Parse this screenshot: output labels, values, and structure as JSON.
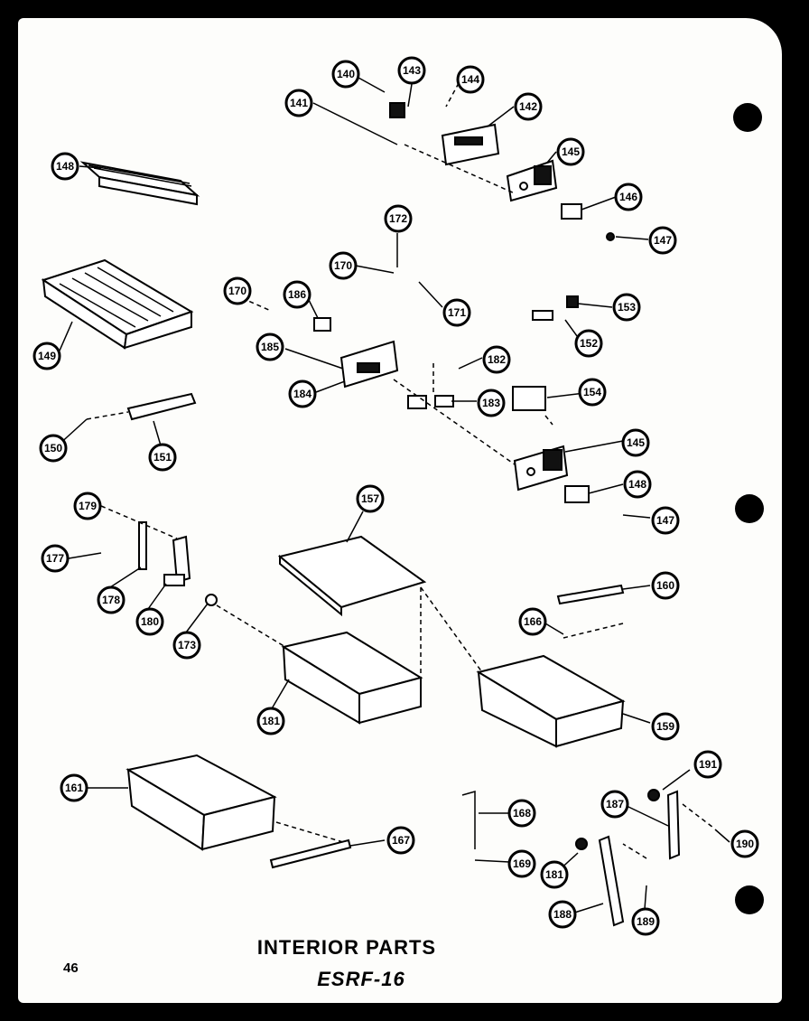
{
  "diagram": {
    "title_line1": "INTERIOR PARTS",
    "title_line2": "ESRF-16",
    "page_number": "46",
    "callouts": [
      {
        "id": "c140",
        "label": "140"
      },
      {
        "id": "c143",
        "label": "143"
      },
      {
        "id": "c144",
        "label": "144"
      },
      {
        "id": "c141",
        "label": "141"
      },
      {
        "id": "c142",
        "label": "142"
      },
      {
        "id": "c148a",
        "label": "148"
      },
      {
        "id": "c145a",
        "label": "145"
      },
      {
        "id": "c146a",
        "label": "146"
      },
      {
        "id": "c147a",
        "label": "147"
      },
      {
        "id": "c172",
        "label": "172"
      },
      {
        "id": "c170a",
        "label": "170"
      },
      {
        "id": "c171",
        "label": "171"
      },
      {
        "id": "c170b",
        "label": "170"
      },
      {
        "id": "c186",
        "label": "186"
      },
      {
        "id": "c149",
        "label": "149"
      },
      {
        "id": "c153",
        "label": "153"
      },
      {
        "id": "c152",
        "label": "152"
      },
      {
        "id": "c185",
        "label": "185"
      },
      {
        "id": "c182",
        "label": "182"
      },
      {
        "id": "c184",
        "label": "184"
      },
      {
        "id": "c183",
        "label": "183"
      },
      {
        "id": "c154",
        "label": "154"
      },
      {
        "id": "c150",
        "label": "150"
      },
      {
        "id": "c151",
        "label": "151"
      },
      {
        "id": "c145b",
        "label": "145"
      },
      {
        "id": "c148b",
        "label": "148"
      },
      {
        "id": "c147b",
        "label": "147"
      },
      {
        "id": "c179",
        "label": "179"
      },
      {
        "id": "c157",
        "label": "157"
      },
      {
        "id": "c177",
        "label": "177"
      },
      {
        "id": "c178",
        "label": "178"
      },
      {
        "id": "c180a",
        "label": "180"
      },
      {
        "id": "c160",
        "label": "160"
      },
      {
        "id": "c173",
        "label": "173"
      },
      {
        "id": "c166",
        "label": "166"
      },
      {
        "id": "c181a",
        "label": "181"
      },
      {
        "id": "c159",
        "label": "159"
      },
      {
        "id": "c191",
        "label": "191"
      },
      {
        "id": "c161",
        "label": "161"
      },
      {
        "id": "c187",
        "label": "187"
      },
      {
        "id": "c168",
        "label": "168"
      },
      {
        "id": "c190",
        "label": "190"
      },
      {
        "id": "c167",
        "label": "167"
      },
      {
        "id": "c169",
        "label": "169"
      },
      {
        "id": "c181b",
        "label": "181"
      },
      {
        "id": "c188",
        "label": "188"
      },
      {
        "id": "c189",
        "label": "189"
      }
    ]
  }
}
